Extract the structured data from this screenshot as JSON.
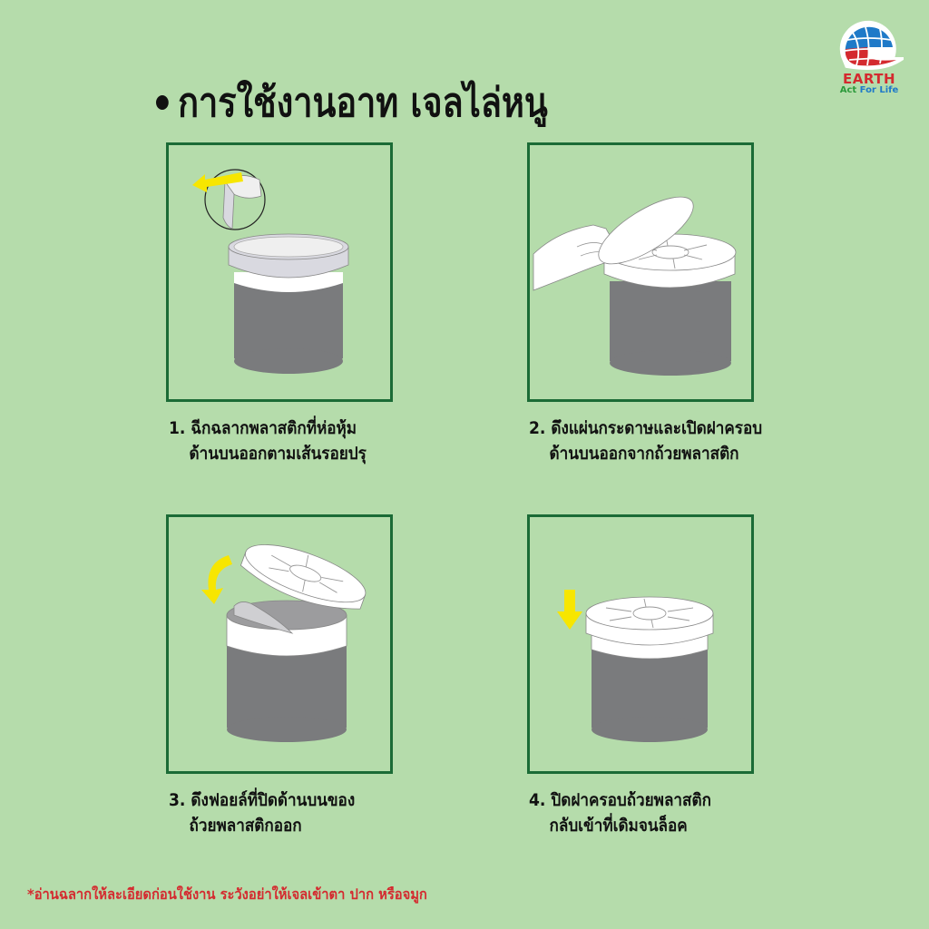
{
  "header": {
    "title": "การใช้งานอาท เจลไล่หนู"
  },
  "logo": {
    "brand": "EARTH",
    "tagline_part1": "Act",
    "tagline_part2": "For Life",
    "icon": "globe-icon"
  },
  "steps": [
    {
      "number": "1.",
      "line1": "ฉีกฉลากพลาสติกที่ห่อหุ้ม",
      "line2": "ด้านบนออกตามเส้นรอยปรุ",
      "illustration": "jar-peel-label-with-arrow"
    },
    {
      "number": "2.",
      "line1": "ดึงแผ่นกระดาษและเปิดฝาครอบ",
      "line2": "ด้านบนออกจากถ้วยพลาสติก",
      "illustration": "hand-removing-paper-from-jar"
    },
    {
      "number": "3.",
      "line1": "ดึงฟอยล์ที่ปิดด้านบนของ",
      "line2": "ถ้วยพลาสติกออก",
      "illustration": "jar-foil-peel-with-curved-arrow"
    },
    {
      "number": "4.",
      "line1": "ปิดฝาครอบถ้วยพลาสติก",
      "line2": "กลับเข้าที่เดิมจนล็อค",
      "illustration": "jar-lid-close-with-down-arrow"
    }
  ],
  "footnote": "*อ่านฉลากให้ละเอียดก่อนใช้งาน ระวังอย่าให้เจลเข้าตา ปาก หรือจมูก",
  "colors": {
    "background": "#b5dcab",
    "panel_border": "#1b6b36",
    "jar_body": "#7a7b7d",
    "arrow": "#f7e600",
    "footnote": "#d42a2f",
    "text": "#111111"
  }
}
